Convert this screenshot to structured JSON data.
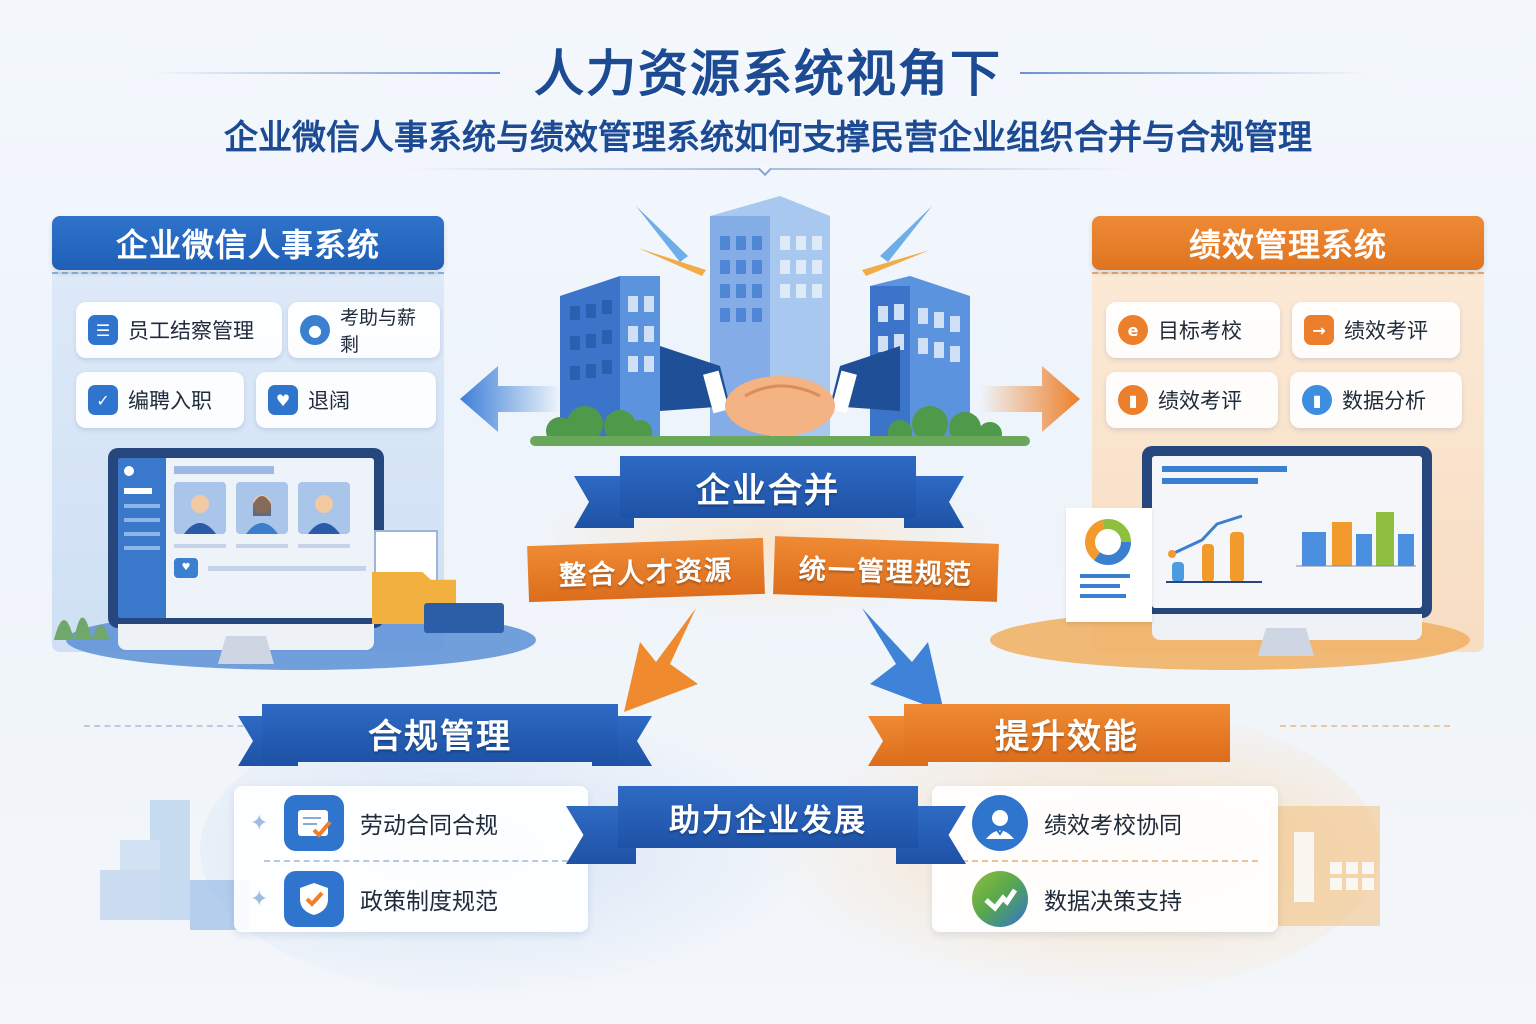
{
  "header": {
    "title": "人力资源系统视角下",
    "subtitle": "企业微信人事系统与绩效管理系统如何支撑民营企业组织合并与合规管理"
  },
  "left_panel": {
    "title": "企业微信人事系统",
    "color": "#2467c0",
    "items": [
      {
        "label": "员工结察管理",
        "icon": "list-icon"
      },
      {
        "label": "考助与薪剩",
        "icon": "user-icon"
      },
      {
        "label": "编聘入职",
        "icon": "user-check-icon"
      },
      {
        "label": "退阔",
        "icon": "bird-icon"
      }
    ],
    "illustration": "hr-monitor-with-employee-profiles"
  },
  "right_panel": {
    "title": "绩效管理系统",
    "color": "#e67a27",
    "items": [
      {
        "label": "目标考校",
        "icon": "target-icon"
      },
      {
        "label": "绩效考评",
        "icon": "arrow-box-icon"
      },
      {
        "label": "绩效考评",
        "icon": "bar-chart-icon"
      },
      {
        "label": "数据分析",
        "icon": "data-chart-icon"
      }
    ],
    "illustration": "performance-monitor-with-charts"
  },
  "center": {
    "illustration": "buildings-handshake",
    "merger_ribbon": "企业合并",
    "sub_ribbons": [
      "整合人才资源",
      "统一管理规范"
    ],
    "bottom_ribbon": "助力企业发展"
  },
  "compliance": {
    "title": "合规管理",
    "items": [
      {
        "label": "劳动合同合规",
        "icon": "contract-check-icon"
      },
      {
        "label": "政策制度规范",
        "icon": "shield-check-icon"
      }
    ]
  },
  "efficiency": {
    "title": "提升效能",
    "items": [
      {
        "label": "绩效考校协同",
        "icon": "user-check-icon"
      },
      {
        "label": "数据决策支持",
        "icon": "check-chart-icon"
      }
    ]
  },
  "colors": {
    "brand_blue": "#1f5fb6",
    "brand_orange": "#e07420",
    "title_blue": "#1c4a93"
  }
}
